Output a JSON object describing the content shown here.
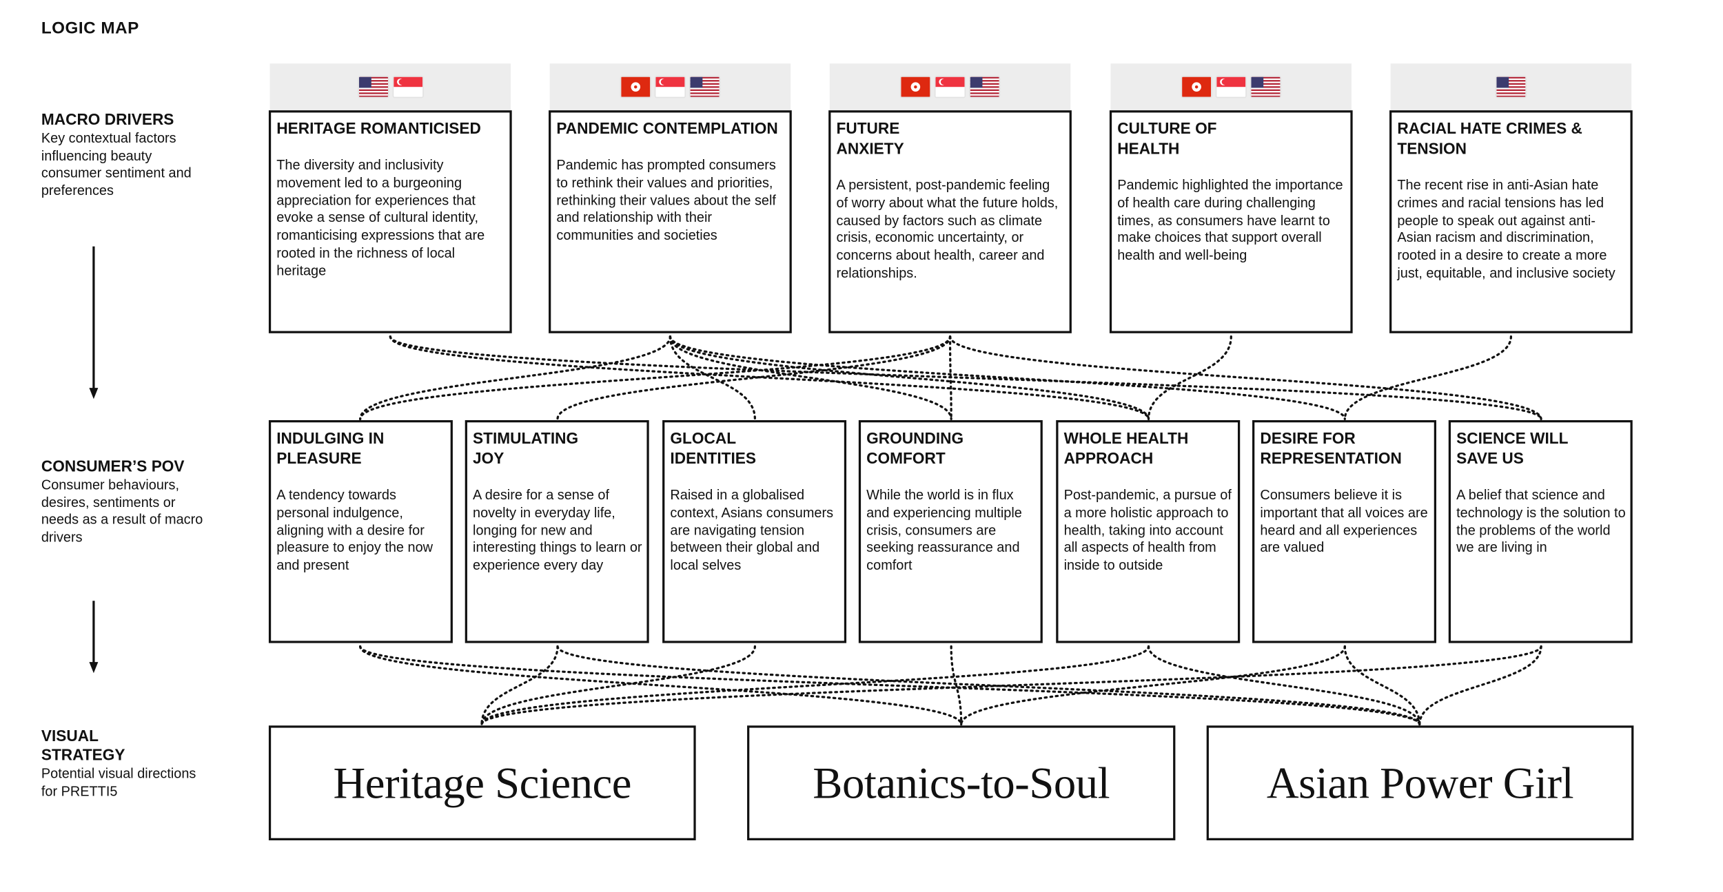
{
  "page_title": "LOGIC MAP",
  "rows": [
    {
      "heading": "MACRO DRIVERS",
      "desc": "Key contextual factors influencing beauty consumer sentiment and preferences"
    },
    {
      "heading": "CONSUMER’S POV",
      "desc": "Consumer behaviours, desires, sentiments or needs as a result of macro drivers"
    },
    {
      "heading": "VISUAL STRATEGY",
      "desc": "Potential visual directions for PRETTI5"
    }
  ],
  "macro_drivers": [
    {
      "title": "HERITAGE ROMANTICISED",
      "flags": [
        "us",
        "sg"
      ],
      "body": "The diversity and inclusivity movement led to a burgeoning appreciation for experiences that evoke a sense of cultural identity, romanticising expressions that are rooted in the richness of local heritage"
    },
    {
      "title": "PANDEMIC CONTEMPLATION",
      "flags": [
        "hk",
        "sg",
        "us"
      ],
      "body": "Pandemic has prompted consumers to rethink their values and priorities, rethinking their values about the self and relationship with their communities and societies"
    },
    {
      "title": "FUTURE ANXIETY",
      "flags": [
        "hk",
        "sg",
        "us"
      ],
      "body": "A persistent, post-pandemic feeling of worry about what the future holds, caused by factors such as climate crisis, economic uncertainty, or concerns about health, career and relationships."
    },
    {
      "title": "CULTURE OF HEALTH",
      "flags": [
        "hk",
        "sg",
        "us"
      ],
      "body": "Pandemic highlighted the importance of health care during challenging times, as consumers have learnt to make choices that support overall health and well-being"
    },
    {
      "title": "RACIAL HATE CRIMES & TENSION",
      "flags": [
        "us"
      ],
      "body": "The recent rise in anti-Asian hate crimes and racial tensions has led people to speak out against anti-Asian racism and discrimination, rooted in a desire to create a more just, equitable, and inclusive society"
    }
  ],
  "consumer_pov": [
    {
      "title": "INDULGING IN PLEASURE",
      "body": "A tendency towards personal indulgence, aligning with a desire for pleasure to enjoy the now and present"
    },
    {
      "title": "STIMULATING JOY",
      "body": "A desire for a sense of novelty in everyday life, longing for new and interesting things to learn or experience every day"
    },
    {
      "title": "GLOCAL IDENTITIES",
      "body": "Raised in a globalised context, Asians consumers are navigating tension between their global and local selves"
    },
    {
      "title": "GROUNDING COMFORT",
      "body": "While the world is in flux and experiencing multiple crisis, consumers are seeking reassurance and comfort"
    },
    {
      "title": "WHOLE HEALTH APPROACH",
      "body": "Post-pandemic, a pursue of a more holistic approach to health, taking into account all aspects of health from inside to outside"
    },
    {
      "title": "DESIRE FOR REPRESENTATION",
      "body": "Consumers believe it is important that all voices are heard and all experiences are valued"
    },
    {
      "title": "SCIENCE WILL SAVE US",
      "body": "A belief that science and technology is the solution to the problems of the world we are living in"
    }
  ],
  "visual_strategy": [
    "Heritage Science",
    "Botanics-to-Soul",
    "Asian Power Girl"
  ],
  "links_drivers_to_pov": [
    [
      0,
      4
    ],
    [
      0,
      6
    ],
    [
      1,
      0
    ],
    [
      1,
      2
    ],
    [
      1,
      3
    ],
    [
      1,
      4
    ],
    [
      1,
      5
    ],
    [
      2,
      0
    ],
    [
      2,
      1
    ],
    [
      2,
      3
    ],
    [
      2,
      6
    ],
    [
      3,
      4
    ],
    [
      4,
      5
    ]
  ],
  "links_pov_to_strategy": [
    [
      0,
      1
    ],
    [
      0,
      2
    ],
    [
      1,
      0
    ],
    [
      1,
      2
    ],
    [
      2,
      0
    ],
    [
      3,
      1
    ],
    [
      4,
      0
    ],
    [
      4,
      2
    ],
    [
      5,
      1
    ],
    [
      5,
      2
    ],
    [
      6,
      0
    ],
    [
      6,
      2
    ]
  ],
  "colors": {
    "line": "#111111",
    "flag_bar": "#ededed",
    "us_red": "#b22234",
    "us_blue": "#3c3b6e",
    "sg_red": "#ef3340",
    "hk_red": "#de2910"
  }
}
